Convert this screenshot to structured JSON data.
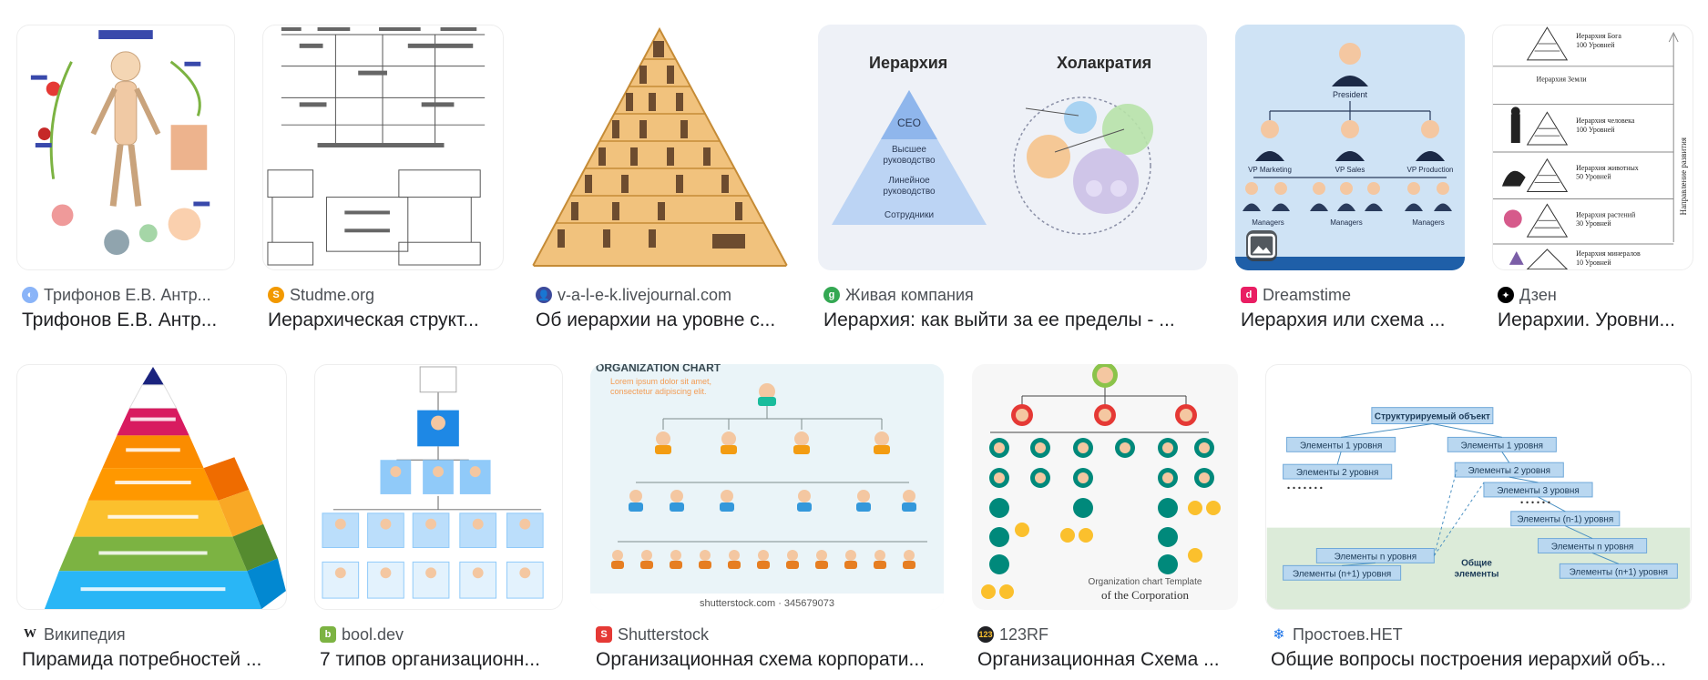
{
  "results": [
    {
      "source": "Трифонов Е.В. Антр...",
      "title": "Трифонов Е.В. Антр...",
      "icon": "globe-icon",
      "color": "#8ab4f8"
    },
    {
      "source": "Studme.org",
      "title": "Иерархическая структ...",
      "icon": "studme-icon",
      "color": "#f29900"
    },
    {
      "source": "v-a-l-e-k.livejournal.com",
      "title": "Об иерархии на уровне с...",
      "icon": "user-icon",
      "color": "#3c4a9b"
    },
    {
      "source": "Живая компания",
      "title": "Иерархия: как выйти за ее пределы - ...",
      "icon": "leaf-icon",
      "color": "#34a853"
    },
    {
      "source": "Dreamstime",
      "title": "Иерархия или схема ...",
      "icon": "dreamstime-icon",
      "color": "#e91e63"
    },
    {
      "source": "Дзен",
      "title": "Иерархии. Уровни...",
      "icon": "dzen-icon",
      "color": "#000000"
    },
    {
      "source": "Википедия",
      "title": "Пирамида потребностей ...",
      "icon": "wikipedia-icon",
      "color": "#202124"
    },
    {
      "source": "bool.dev",
      "title": "7 типов организационн...",
      "icon": "bool-icon",
      "color": "#7cb342"
    },
    {
      "source": "Shutterstock",
      "title": "Организационная схема корпорати...",
      "icon": "shutterstock-icon",
      "color": "#e53935"
    },
    {
      "source": "123RF",
      "title": "Организационная Схема ...",
      "icon": "123rf-icon",
      "color": "#202124"
    },
    {
      "source": "Простоев.НЕТ",
      "title": "Общие вопросы построения иерархий объ...",
      "icon": "snowflake-icon",
      "color": "#1a73e8"
    }
  ],
  "thumbs": {
    "t4": {
      "h1": "Иерархия",
      "h2": "Холакратия",
      "ceo": "CEO",
      "l1": "Высшее",
      "l1b": "руководство",
      "l2": "Линейное",
      "l2b": "руководство",
      "l3": "Сотрудники"
    },
    "t5": {
      "president": "President",
      "vp1": "VP Marketing",
      "vp2": "VP Sales",
      "vp3": "VP Production",
      "m1": "Managers",
      "m2": "Managers",
      "m3": "Managers"
    },
    "t6": {
      "r1": "Иерархия Бога",
      "r1b": "100 Уровней",
      "r2": "Иерархия Земли",
      "r3": "Иерархия человека",
      "r3b": "100 Уровней",
      "r4": "Иерархия животных",
      "r4b": "50 Уровней",
      "r5": "Иерархия растений",
      "r5b": "30 Уровней",
      "r6": "Иерархия минералов",
      "r6b": "10 Уровней",
      "axis": "Направление развития"
    },
    "t9": {
      "h": "ORGANIZATION CHART",
      "s1": "Lorem ipsum dolor sit amet,",
      "s2": "consectetur adipiscing elit.",
      "foot": "shutterstock.com · 345679073"
    },
    "t10": {
      "c1": "Organization chart Template",
      "c2": "of the Corporation"
    },
    "t11": {
      "top": "Структурируемый объект",
      "a": "Элементы 1 уровня",
      "b": "Элементы 1 уровня",
      "c": "Элементы 2 уровня",
      "d": "Элементы 2 уровня",
      "e": "Элементы 3 уровня",
      "f": "Элементы (n-1) уровня",
      "g": "Элементы n уровня",
      "h": "Элементы n уровня",
      "i": "Элементы (n+1) уровня",
      "j": "Элементы (n+1) уровня",
      "k": "Общие",
      "k2": "элементы"
    }
  }
}
